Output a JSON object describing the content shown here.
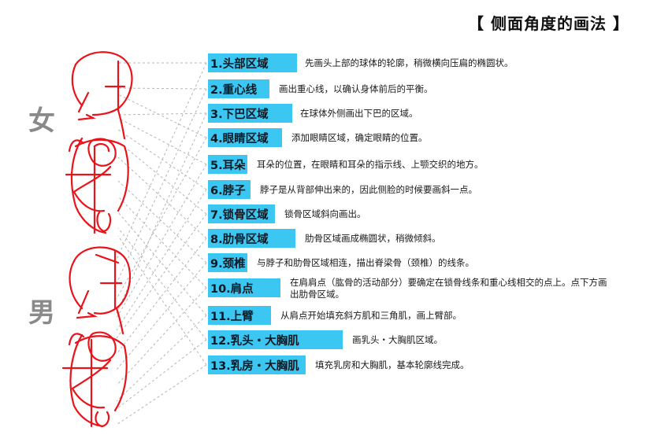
{
  "title": "【 侧面角度的画法 】",
  "labels": {
    "female": "女",
    "male": "男"
  },
  "colors": {
    "accent": "#3cc6f2",
    "sketch_red": "#e8141b",
    "guide_gray": "#b0b0b0"
  },
  "steps": [
    {
      "tag": "1.头部区域",
      "desc": "先画头上部的球体的轮廓，稍微横向压扁的椭圆状。"
    },
    {
      "tag": "2.重心线",
      "desc": "画出重心线，以确认身体前后的平衡。"
    },
    {
      "tag": "3.下巴区域",
      "desc": "在球体外侧画出下巴的区域。"
    },
    {
      "tag": "4.眼睛区域",
      "desc": "添加眼睛区域，确定眼睛的位置。"
    },
    {
      "tag": "5.耳朵",
      "desc": "耳朵的位置，在眼睛和耳朵的指示线、上颚交织的地方。"
    },
    {
      "tag": "6.脖子",
      "desc": "脖子是从背部伸出来的，因此侧脸的时候要画斜一点。"
    },
    {
      "tag": "7.锁骨区域",
      "desc": "锁骨区域斜向画出。"
    },
    {
      "tag": "8.肋骨区域",
      "desc": "肋骨区域画成椭圆状，稍微倾斜。"
    },
    {
      "tag": "9.颈椎",
      "desc": "与脖子和肋骨区域相连，描出脊梁骨（颈椎）的线条。"
    },
    {
      "tag": "10.肩点",
      "desc": "在肩肩点（肱骨的活动部分）要确定在锁骨线条和重心线相交的点上。点下方画出肋骨区域。"
    },
    {
      "tag": "11.上臂",
      "desc": "从肩点开始填充斜方肌和三角肌，画上臂部。"
    },
    {
      "tag": "12.乳头・大胸肌",
      "desc": "画乳头・大胸肌区域。"
    },
    {
      "tag": "13.乳房・大胸肌",
      "desc": "填充乳房和大胸肌，基本轮廓线完成。"
    }
  ]
}
